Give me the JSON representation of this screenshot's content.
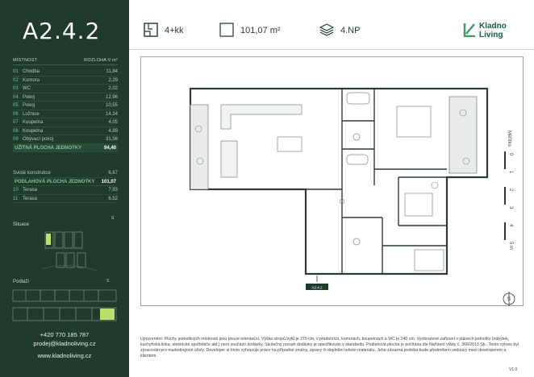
{
  "unit": {
    "code": "A2.4.2"
  },
  "header": {
    "layout": "4+kk",
    "area": "101,07 m²",
    "floor": "4.NP",
    "brand_line1": "Kladno",
    "brand_line2": "Living"
  },
  "rooms_table": {
    "col_room": "MÍSTNOST",
    "col_area": "ROZLOHA V m²",
    "rows": [
      {
        "num": "01",
        "name": "Chodba",
        "area": "11,84"
      },
      {
        "num": "02",
        "name": "Komora",
        "area": "2,29"
      },
      {
        "num": "03",
        "name": "WC",
        "area": "2,02"
      },
      {
        "num": "04",
        "name": "Pokoj",
        "area": "12,96"
      },
      {
        "num": "05",
        "name": "Pokoj",
        "area": "10,55"
      },
      {
        "num": "06",
        "name": "Ložnice",
        "area": "14,24"
      },
      {
        "num": "07",
        "name": "Koupelna",
        "area": "4,05"
      },
      {
        "num": "08",
        "name": "Koupelna",
        "area": "4,89"
      },
      {
        "num": "09",
        "name": "Obývací pokoj",
        "area": "31,56"
      }
    ],
    "usable_label": "UŽITNÁ PLOCHA JEDNOTKY",
    "usable_value": "94,40",
    "constructions_label": "Svislé konstrukce",
    "constructions_value": "6,67",
    "floor_area_label": "PODLAHOVÁ PLOCHA JEDNOTKY",
    "floor_area_value": "101,07",
    "terraces": [
      {
        "num": "10",
        "name": "Terasa",
        "area": "7,93"
      },
      {
        "num": "11",
        "name": "Terasa",
        "area": "6,52"
      }
    ]
  },
  "situace_label": "Situace",
  "podlazi_label": "Podlaží",
  "compass_letter": "S",
  "contacts": {
    "phone": "+420 770 185 787",
    "email": "prodej@kladnoliving.cz",
    "web": "www.kladnoliving.cz"
  },
  "scale_label": "Měřítko",
  "scale_ticks": [
    "0",
    "1",
    "2",
    "3",
    "4",
    "5 m"
  ],
  "unit_tag": "A2.4.2",
  "disclaimer": "Upozornění: Plochy jednotlivých místností jsou pouze orientační. Výška stropů bytů je 275 cm, v předsíních, komorách, koupelnách a WC je 240 cm. Vyobrazené zařízení v plánech jednotky (nábytek, kuchyňská linka, elektrické spotřebiče atd.) není součástí dodávky. Skutečný rozsah dodávky je specifikován v standardu. Podlahová plocha je počítána dle Nařízení vlády č. 366/2013 Sb.. Tento výkres byl zpracován pro marketingové účely. Developer si tímto vyhrazuje právo na případné změny, úpravy či doplnění tohoto materiálu. Jeho závazná podoba bude předmětem smlouvy mezi developerem a klientem.",
  "version": "V1.0",
  "colors": {
    "sidebar": "#1f3b2c",
    "accent": "#7fc49b",
    "brand": "#1e5a3c"
  }
}
